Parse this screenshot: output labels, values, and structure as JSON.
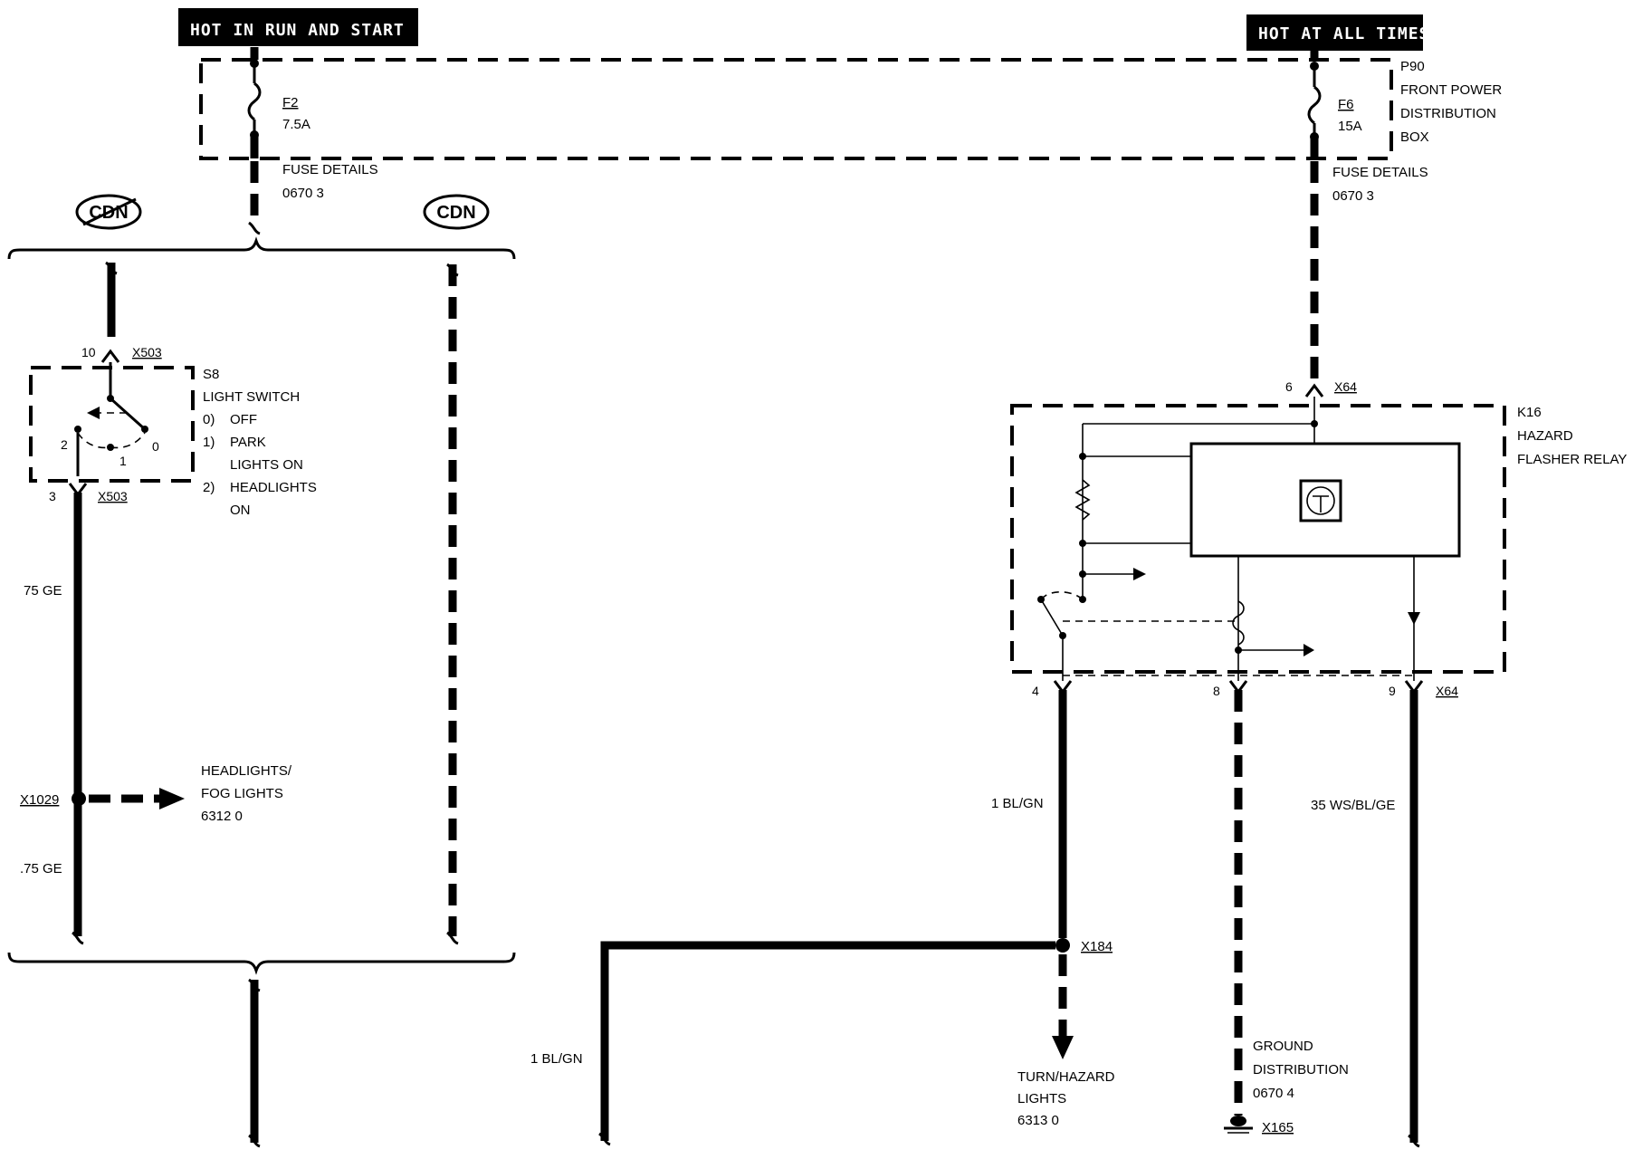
{
  "banners": {
    "hot_run_start": "HOT IN RUN AND START",
    "hot_all_times": "HOT AT ALL TIMES"
  },
  "fuses": {
    "f2": {
      "name": "F2",
      "rating": "7.5A"
    },
    "f6": {
      "name": "F6",
      "rating": "15A"
    }
  },
  "power_box": {
    "id": "P90",
    "line1": "FRONT POWER",
    "line2": "DISTRIBUTION",
    "line3": "BOX"
  },
  "fuse_details_left": {
    "title": "FUSE DETAILS",
    "ref": "0670 3"
  },
  "fuse_details_right": {
    "title": "FUSE DETAILS",
    "ref": "0670 3"
  },
  "cdn_labels": [
    "CDN",
    "CDN"
  ],
  "light_switch": {
    "id": "S8",
    "name": "LIGHT SWITCH",
    "pos0_num": "0)",
    "pos0_text": "OFF",
    "pos1_num": "1)",
    "pos1_text_a": "PARK",
    "pos1_text_b": "LIGHTS ON",
    "pos2_num": "2)",
    "pos2_text_a": "HEADLIGHTS",
    "pos2_text_b": "ON",
    "pin_top": "10",
    "pin_bottom": "3",
    "conn_top": "X503",
    "conn_bottom": "X503",
    "contact_2": "2",
    "contact_1": "1",
    "contact_0": "0"
  },
  "wires": {
    "w75ge_a": "75 GE",
    "w75ge_b": ".75 GE",
    "w1blgn_right": "1 BL/GN",
    "w1blgn_left": "1 BL/GN",
    "w35": "35 WS/BL/GE"
  },
  "splice_x1029": "X1029",
  "headlights_ref": {
    "line1": "HEADLIGHTS/",
    "line2": "FOG LIGHTS",
    "line3": "6312 0"
  },
  "relay": {
    "id": "K16",
    "line1": "HAZARD",
    "line2": "FLASHER RELAY",
    "pin_top": "6",
    "conn_top": "X64",
    "pin_4": "4",
    "pin_8": "8",
    "pin_9": "9",
    "conn_bottom": "X64"
  },
  "splice_x184": "X184",
  "turn_hazard": {
    "line1": "TURN/HAZARD",
    "line2": "LIGHTS",
    "line3": "6313 0"
  },
  "ground_dist": {
    "line1": "GROUND",
    "line2": "DISTRIBUTION",
    "line3": "0670 4"
  },
  "ground_x165": "X165"
}
